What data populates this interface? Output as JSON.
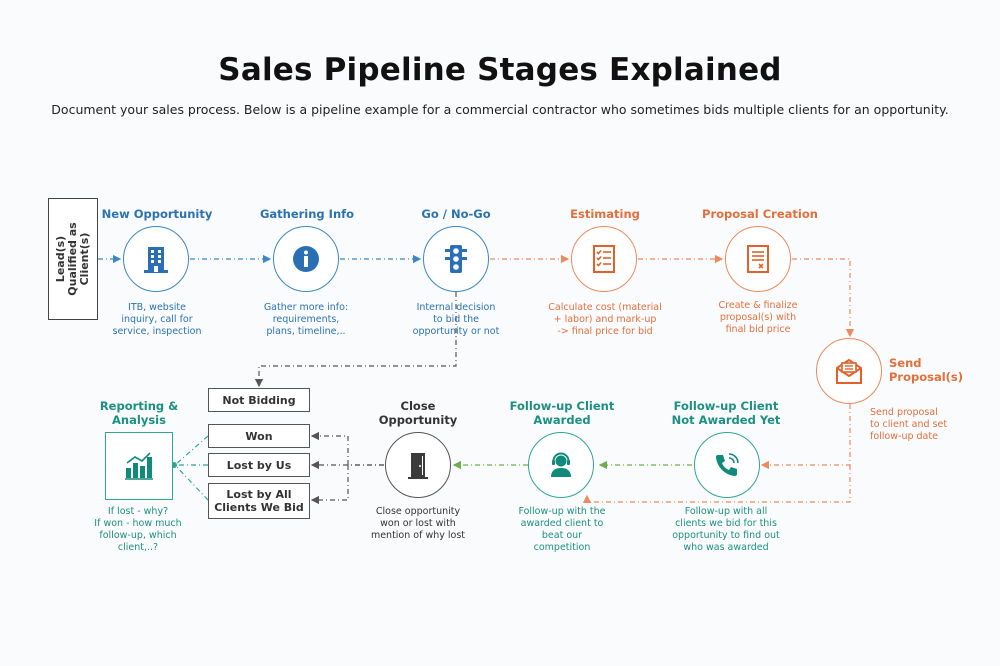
{
  "title": "Sales Pipeline Stages Explained",
  "subtitle": "Document your sales process.  Below is a pipeline example for a commercial contractor who sometimes bids multiple clients for an opportunity.",
  "lead": {
    "line1": "Lead(s)",
    "line2": "Qualified as",
    "line3": "Client(s)"
  },
  "stages": {
    "new_opportunity": {
      "title": "New Opportunity",
      "desc1": "ITB, website",
      "desc2": "inquiry, call for",
      "desc3": "service, inspection",
      "icon": "building-icon"
    },
    "gathering_info": {
      "title": "Gathering Info",
      "desc1": "Gather more info:",
      "desc2": "requirements,",
      "desc3": "plans, timeline,..",
      "icon": "info-icon"
    },
    "go_no_go": {
      "title": "Go / No-Go",
      "desc1": "Internal decision",
      "desc2": "to bid the",
      "desc3": "opportunity or not",
      "icon": "traffic-light-icon"
    },
    "estimating": {
      "title": "Estimating",
      "desc1": "Calculate cost (material",
      "desc2": "+ labor) and mark-up",
      "desc3": "-> final price for bid",
      "icon": "checklist-icon"
    },
    "proposal_creation": {
      "title": "Proposal Creation",
      "desc1": "Create & finalize",
      "desc2": "proposal(s) with",
      "desc3": "final bid price",
      "icon": "document-icon"
    },
    "send_proposal": {
      "title1": "Send",
      "title2": "Proposal(s)",
      "desc1": "Send proposal",
      "desc2": "to client and set",
      "desc3": "follow-up date",
      "icon": "envelope-icon"
    },
    "followup_not_awarded": {
      "title1": "Follow-up Client",
      "title2": "Not Awarded Yet",
      "desc1": "Follow-up  with all",
      "desc2": "clients we bid for this",
      "desc3": "opportunity to find out",
      "desc4": "who was awarded",
      "icon": "phone-icon"
    },
    "followup_awarded": {
      "title1": "Follow-up Client",
      "title2": "Awarded",
      "desc1": "Follow-up  with the",
      "desc2": "awarded client to",
      "desc3": "beat our",
      "desc4": "competition",
      "icon": "headset-agent-icon"
    },
    "close_opportunity": {
      "title1": "Close",
      "title2": "Opportunity",
      "desc1": "Close opportunity",
      "desc2": "won or lost with",
      "desc3": "mention of why lost",
      "icon": "door-icon"
    },
    "reporting": {
      "title1": "Reporting &",
      "title2": "Analysis",
      "desc1": "If lost - why?",
      "desc2": "If won - how much",
      "desc3": "follow-up, which",
      "desc4": "client,..?",
      "icon": "bar-chart-icon"
    }
  },
  "outcomes": {
    "not_bidding": "Not Bidding",
    "won": "Won",
    "lost_by_us": "Lost by Us",
    "lost_by_all_1": "Lost by All",
    "lost_by_all_2": "Clients We Bid"
  },
  "colors": {
    "blue": "#2a73b0",
    "orange": "#e46f3a",
    "teal": "#1c9080",
    "dark": "#333333"
  }
}
